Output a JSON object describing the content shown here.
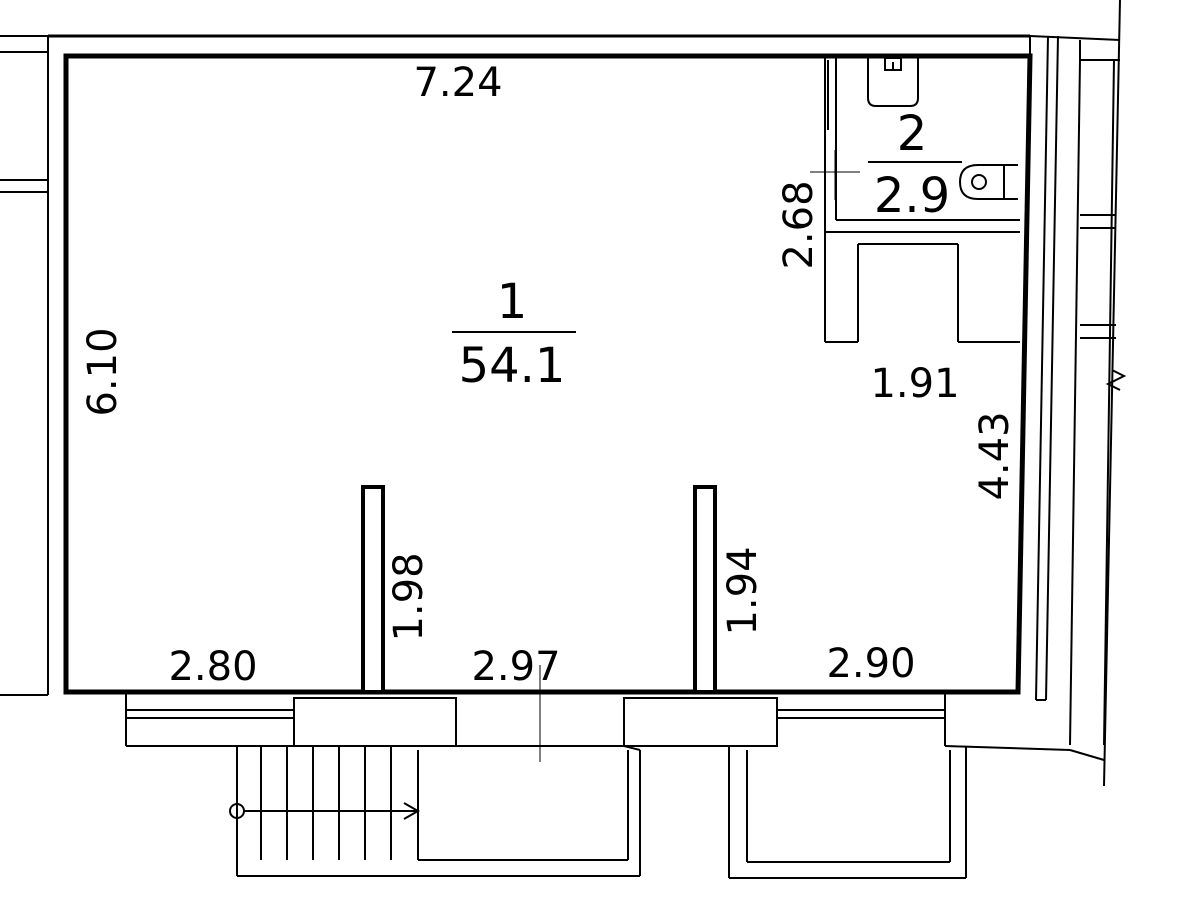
{
  "rooms": [
    {
      "number": "1",
      "area": "54.1"
    },
    {
      "number": "2",
      "area": "2.9"
    }
  ],
  "dimensions": {
    "top_width": "7.24",
    "left_height": "6.10",
    "wc_height": "2.68",
    "wc_width": "1.91",
    "right_height": "4.43",
    "pier_left": "1.98",
    "pier_right": "1.94",
    "bottom_left": "2.80",
    "bottom_middle": "2.97",
    "bottom_right": "2.90"
  },
  "icons": [
    "toilet-icon",
    "sink-icon",
    "arrow-icon"
  ]
}
